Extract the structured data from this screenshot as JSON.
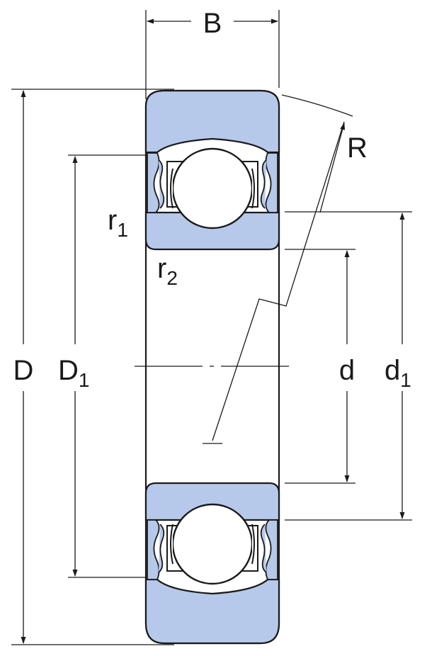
{
  "labels": {
    "B": "B",
    "R": "R",
    "r1": {
      "base": "r",
      "sub": "1"
    },
    "r2": {
      "base": "r",
      "sub": "2"
    },
    "D": "D",
    "D1": {
      "base": "D",
      "sub": "1"
    },
    "d": "d",
    "d1": {
      "base": "d",
      "sub": "1"
    }
  },
  "colors": {
    "ring_fill": "#b7c9ea",
    "line": "#1a1a1a",
    "background": "#ffffff"
  }
}
